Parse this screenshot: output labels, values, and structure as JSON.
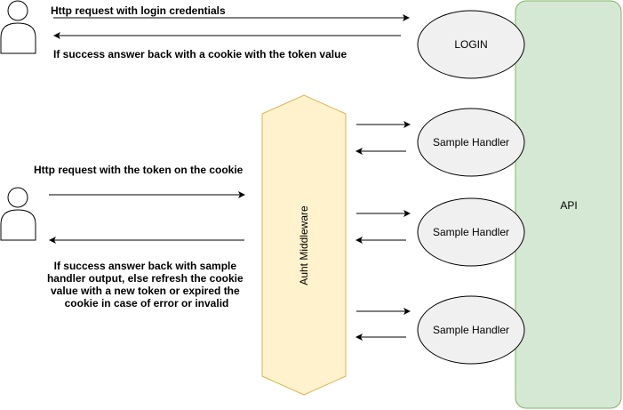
{
  "colors": {
    "api_fill": "#d5e8d4",
    "api_stroke": "#82b366",
    "middleware_fill": "#fff2cc",
    "middleware_stroke": "#d6b656",
    "node_fill": "#f0f0f0",
    "node_stroke": "#000000",
    "arrow": "#000000"
  },
  "actors": [
    {
      "name": "user-login",
      "icon": "user-icon"
    },
    {
      "name": "user-request",
      "icon": "user-icon"
    }
  ],
  "nodes": {
    "api": "API",
    "middleware": "Auht Middleware",
    "login": "LOGIN",
    "handlers": [
      "Sample Handler",
      "Sample Handler",
      "Sample Handler"
    ]
  },
  "labels": {
    "login_request": "Http request with login credentials",
    "login_response": "If success answer back with a cookie with the token value",
    "token_request": "Http request with the token on the cookie",
    "token_response_lines": [
      "If success answer back with sample",
      "handler output, else refresh the cookie",
      "value with a new token or expired the",
      "cookie in case of error or invalid"
    ]
  }
}
